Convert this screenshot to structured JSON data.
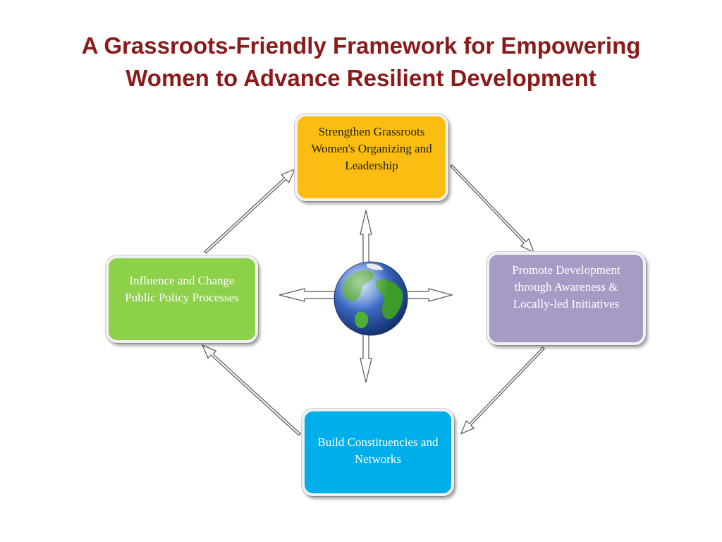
{
  "title": {
    "line1": "A Grassroots-Friendly Framework for Empowering",
    "line2": "Women to Advance Resilient Development"
  },
  "nodes": {
    "top": "Strengthen Grassroots Women's Organizing and Leadership",
    "right": "Promote Development through Awareness & Locally-led Initiatives",
    "bottom": "Build Constituencies and Networks",
    "left": "Influence and Change Public Policy Processes"
  },
  "center_icon": "globe-icon",
  "colors": {
    "title": "#8b1a1a",
    "top": "#fbbd11",
    "right": "#a79ac4",
    "bottom": "#00aeec",
    "left": "#8dd14a",
    "ocean": "#2a56b0",
    "land": "#3f9a2c"
  }
}
